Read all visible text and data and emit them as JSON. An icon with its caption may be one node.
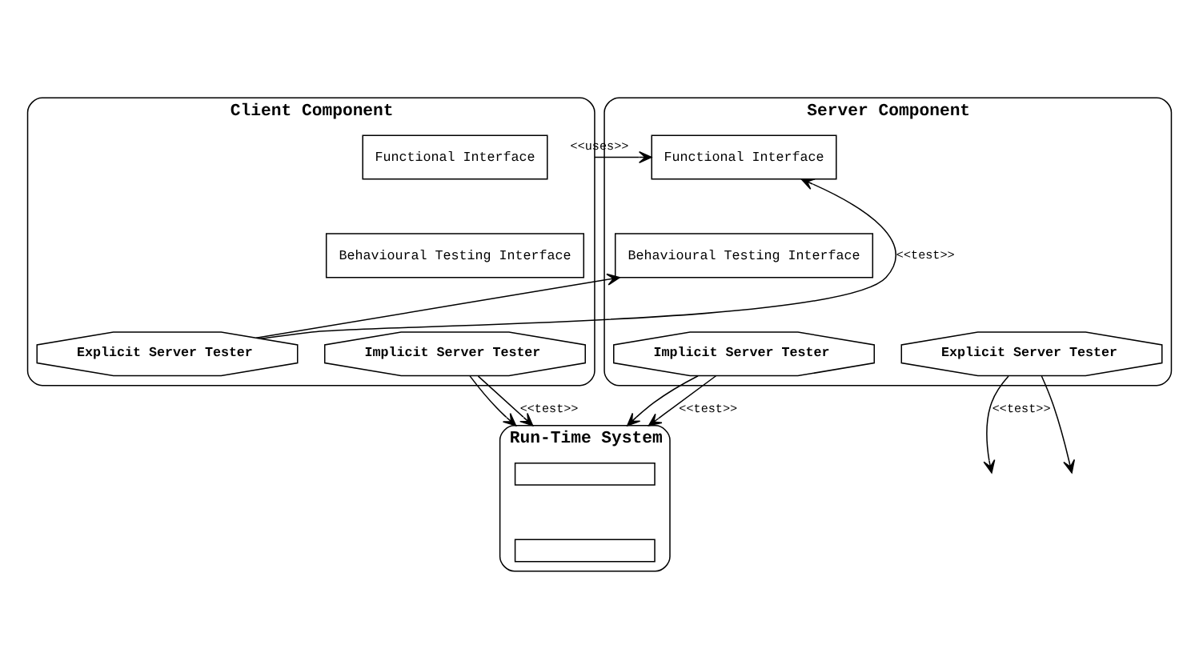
{
  "diagram": {
    "nodes": [
      {
        "text": [
          "Client Component"
        ]
      },
      {
        "text": [
          "Functional Interface"
        ],
        "in": 0
      },
      {
        "text": [
          "Behavioural Testing Interface"
        ],
        "in": 0
      },
      {
        "text": [
          "Implicit Server Tester"
        ],
        "in": 0
      },
      {
        "text": [
          "Explicit Server Tester"
        ],
        "in": 0
      },
      {
        "text": [
          "Server Component"
        ]
      },
      {
        "text": [
          "Functional Interface"
        ],
        "in": 5
      },
      {
        "text": [
          "Behavioural Testing Interface"
        ],
        "in": 5
      },
      {
        "text": [
          "Implicit Server Tester"
        ],
        "in": 5
      },
      {
        "text": [
          "Explicit Server Tester"
        ],
        "in": 5
      },
      {
        "text": [
          "Run-Time System"
        ]
      },
      {
        "text": [],
        "shape": "box",
        "in": 10
      },
      {
        "text": [],
        "shape": "box",
        "in": 10
      }
    ],
    "edges": [
      {
        "from": 0,
        "to": 6,
        "arrow": "to",
        "label": "<<uses>>"
      },
      {
        "from": 4,
        "to": 6,
        "arrow": "to",
        "label": "<<test>>"
      },
      {
        "from": 4,
        "to": 7,
        "arrow": "to"
      },
      {
        "from": 3,
        "to": 10,
        "arrow": "to"
      },
      {
        "from": 3,
        "to": 10,
        "arrow": "to",
        "label": "<<test>>"
      },
      {
        "from": 8,
        "to": 10,
        "arrow": "to"
      },
      {
        "from": 8,
        "to": 10,
        "arrow": "to",
        "label": "<<test>>"
      },
      {
        "from": 9,
        "to": null,
        "arrow": "to",
        "label": "<<test>>"
      },
      {
        "from": 9,
        "to": null,
        "arrow": "to"
      }
    ]
  }
}
